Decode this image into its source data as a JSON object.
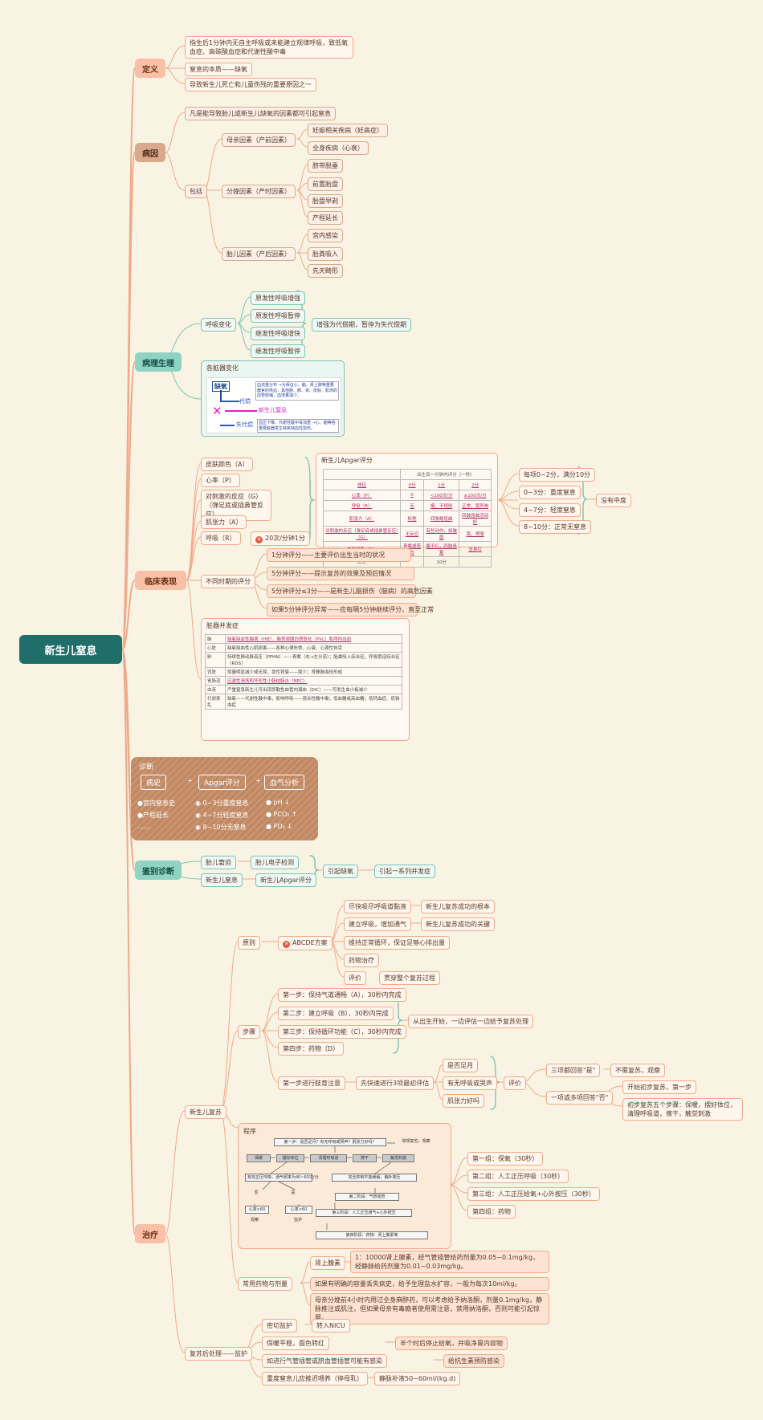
{
  "root": "新生儿窒息",
  "definition": {
    "label": "定义",
    "items": [
      "指生后1分钟内无自主呼吸或未能建立规律呼吸，致低氧血症、高碳酸血症和代谢性酸中毒",
      "窒息的本质——缺氧",
      "导致新生儿死亡和儿童伤残的重要原因之一"
    ]
  },
  "etiology": {
    "label": "病因",
    "desc": "凡是能导致胎儿或新生儿缺氧的因素都可引起窒息",
    "include": "包括",
    "maternal": {
      "label": "母亲因素（产前因素）",
      "items": [
        "妊娠相关疾病（妊高症）",
        "全身疾病（心衰）"
      ]
    },
    "delivery": {
      "label": "分娩因素（产时因素）",
      "items": [
        "脐带脱垂",
        "前置胎盘",
        "胎盘早剥",
        "产程延长"
      ]
    },
    "fetal": {
      "label": "胎儿因素（产后因素）",
      "items": [
        "宫内感染",
        "胎粪吸入",
        "先天畸形"
      ]
    }
  },
  "pathophys": {
    "label": "病理生理",
    "resp": {
      "label": "呼吸变化",
      "items": [
        "原发性呼吸增强",
        "原发性呼吸暂停",
        "继发性呼吸增快",
        "继发性呼吸暂停"
      ],
      "note": "增强为代偿期，暂停为失代偿期"
    },
    "organ": {
      "title": "各脏器变化",
      "hypoxia": "缺氧",
      "comp": "代偿",
      "comp_text": "血流重分布 →为保证心、脑、肾上腺等重要器官的供血，其他肠、肺、肾、皮肤、肌肉的血管收缩，血流量减少。",
      "center": "新生儿窒息",
      "decomp": "失代偿",
      "decomp_text": "血压下降，代谢性酸中毒加重 →心、脑等各重要脏器发生缺氧缺血性损伤。"
    }
  },
  "clinical": {
    "label": "临床表现",
    "signs": [
      "皮肤颜色（A）",
      "心率（P）",
      "对刺激的反应（G）（弹足底或插鼻管反应）",
      "肌张力（A）",
      "呼吸（R）"
    ],
    "resp_note": "20次/分钟1分",
    "apgar": {
      "title": "新生儿Apgar评分",
      "header_span": "出生后一分钟内评分（一秒）",
      "cols": [
        "体征",
        "0分",
        "1分",
        "2分"
      ],
      "rows": [
        [
          "心率（P）",
          "0",
          "<100次/分",
          "≥100次/分"
        ],
        [
          "呼吸（R）",
          "无",
          "慢，不规则",
          "正常，哭声响"
        ],
        [
          "肌张力（A）",
          "松弛",
          "四肢略屈曲",
          "四肢屈曲活动好"
        ],
        [
          "对刺激的反应（弹足底或插鼻管反应）（G）",
          "无反应",
          "有些动作，如皱眉",
          "哭，喷嚏"
        ],
        [
          "皮肤颜色（A）",
          "青紫或苍白",
          "躯干红，四肢青紫",
          "全身红"
        ],
        [
          "总分",
          "",
          "10分",
          ""
        ]
      ]
    },
    "scores": [
      "每项0~2分，满分10分",
      "0~3分：重度窒息",
      "4~7分：轻度窒息",
      "8~10分：正常无窒息"
    ],
    "no_mid": "没有中度",
    "time": {
      "label": "不同时期的评分",
      "items": [
        "1分钟评分——主要评价出生当时的状况",
        "5分钟评分——提示复苏的效果及预后情况",
        "5分钟评分≤3分——是新生儿脑损伤（脑病）的高危因素",
        "如果5分钟评分异常——应每隔5分钟继续评分，直至正常"
      ]
    },
    "comp": {
      "title": "脏器并发症",
      "rows": [
        [
          "脑",
          "缺氧缺血性脑病（HIE）、脑室周围白质软化（PVL）和颅内出血"
        ],
        [
          "心脏",
          "缺氧缺血性心肌损害——各种心律失常、心衰、心源性休克"
        ],
        [
          "肺",
          "持续性肺动脉高压（PPHN）——青紫（右→左分流）；胎粪吸入综合征，呼吸窘迫综合征（RDS）"
        ],
        [
          "肾脏",
          "尿量明显减少或无尿，急性肾衰——尿少；肾静脉血栓形成"
        ],
        [
          "胃肠道",
          "应激性溃疡和坏死性小肠结肠炎（NEC）"
        ],
        [
          "血液",
          "严重窒息新生儿可出现弥散性血管内凝血（DIC）——可发生血小板减少"
        ],
        [
          "代谢紊乱",
          "缺氧——代谢性酸中毒，影响呼吸——混合性酸中毒；低血糖或高血糖；低钙血症、低钠血症"
        ]
      ]
    }
  },
  "diagnosis": {
    "title": "诊断",
    "boxes": [
      "病史",
      "Apgar评分",
      "血气分析"
    ],
    "plus": "+",
    "hist": [
      "●宫内窒息史",
      "●产程延长",
      "……"
    ],
    "ap": [
      "0~3分重度窒息",
      "4~7分轻度窒息",
      "8~10分无窒息"
    ],
    "gas": [
      "pH",
      "PCO₂",
      "PO₂"
    ],
    "down": "↓",
    "up": "↑"
  },
  "differential": {
    "label": "鉴别诊断",
    "fetal": "胎儿窘迫",
    "fetal_d": "胎儿电子检测",
    "neo": "新生儿窒息",
    "neo_d": "新生儿Apgar评分",
    "cause": "引起缺氧",
    "result": "引起一系列并发症"
  },
  "treatment": {
    "label": "治疗",
    "resus": "新生儿复苏",
    "principle": {
      "label": "原则",
      "abcde": "ABCDE方案",
      "items": [
        "尽快吸尽呼吸道黏液",
        "建立呼吸，增加通气",
        "维持正常循环，保证足够心排出量",
        "药物治疗",
        "评价"
      ],
      "notes": [
        "新生儿复苏成功的根本",
        "新生儿复苏成功的关键",
        "贯穿整个复苏过程"
      ]
    },
    "steps": {
      "label": "步骤",
      "items": [
        "第一步：保持气道通畅（A），30秒内完成",
        "第二步：建立呼吸（B），30秒内完成",
        "第三步：保持循环功能（C），30秒内完成",
        "第四步：药物（D）"
      ],
      "note": "从出生开始，一边评估一边给予复苏处理"
    },
    "eval": {
      "first": "第一步进行肢育注意",
      "three": "先快速进行3项最初评估",
      "checks": [
        "是否足月",
        "有无呼吸或哭声",
        "肌张力好吗"
      ],
      "label": "评价",
      "yes": "三项都回答\"是\"",
      "no": "一项或多项回答\"否\"",
      "yes_r": "不需复苏，观察",
      "no_r": "开始初步复苏，第一步",
      "no_r2": "初步复苏五个步骤：保暖，摆好体位，清理呼吸道，擦干，触觉刺激"
    },
    "flow": {
      "title": "程序",
      "boxes": [
        "第一步：是否足月？有无呼吸或哭声？肌张力好吗？",
        "常规复苏，观察",
        "保暖",
        "摆好体位",
        "清理呼吸道",
        "擦干",
        "触觉刺激",
        "有效正压呼吸，通气频率为40~60次/分",
        "完全抑制不能缓解，胸外按压",
        "第二阶段：气管插管",
        "第三阶段：人工正压通气+心外按压",
        "第四阶段：药物：肾上腺素等"
      ],
      "lbl": [
        "否",
        "是",
        "心率>60",
        "心率<60",
        "观察",
        "监护"
      ],
      "stages": [
        "第一组：保氧（30秒）",
        "第二组：人工正压呼吸（30秒）",
        "第三组：人工正压给氧+心外按压（30秒）",
        "第四组：药物"
      ]
    },
    "drugs": {
      "label": "常用药物与剂量",
      "epi": "肾上腺素",
      "epi_d": "1：10000肾上腺素，经气管插管给药剂量为0.05~0.1mg/kg，经静脉给药剂量为0.01~0.03mg/kg。",
      "vol": "如果有明确的容量丢失病史，给予生理盐水扩容，一般为每次10ml/kg。",
      "nal": "母亲分娩前4小时内用过全身麻醉药，可以考虑给予纳洛酮，剂量0.1mg/kg，静脉推注或肌注，但如果母亲有毒瘾者使用需注意，禁用纳洛酮，否则可能引起惊厥。"
    },
    "post": {
      "label": "复苏后处理——监护",
      "items": [
        "密切监护",
        "保暖平稳，面色转红",
        "如进行气管插管或脐血管插管可能有感染",
        "重度窒息儿应推迟喂养（停母乳）"
      ],
      "results": [
        "转入NICU",
        "半个时后停止给氧，并吸净胃内容物",
        "给抗生素预防感染",
        "静脉补液50~60ml/(kg.d)"
      ]
    }
  }
}
